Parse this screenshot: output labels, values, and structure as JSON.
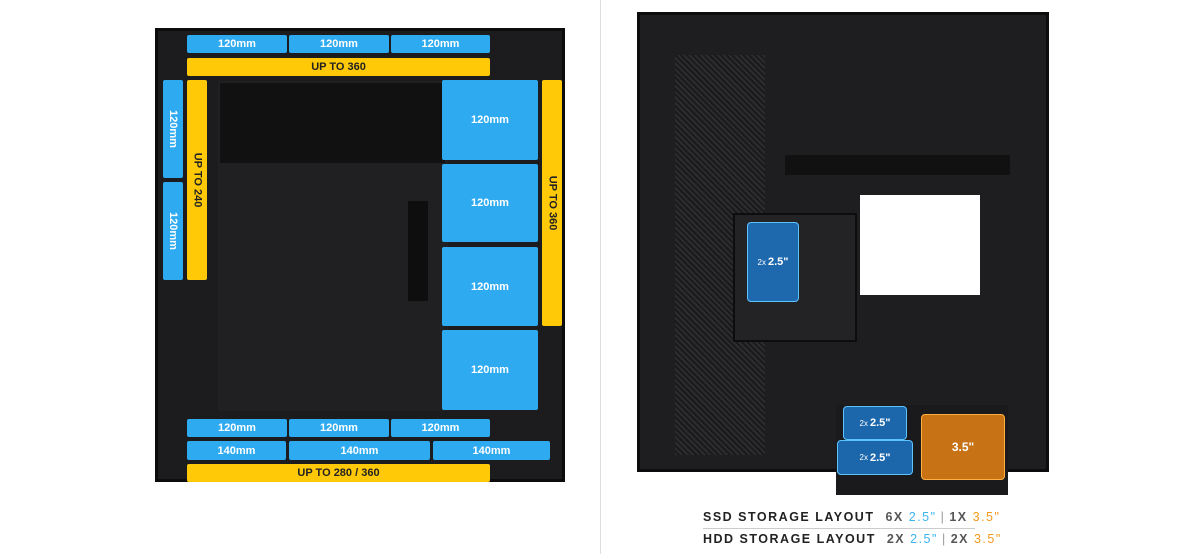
{
  "left_diagram": {
    "top_fans": [
      "120mm",
      "120mm",
      "120mm"
    ],
    "top_radiator": "UP TO 360",
    "rear_fans": [
      "120mm",
      "120mm"
    ],
    "rear_radiator": "UP TO 240",
    "side_fans": [
      "120mm",
      "120mm",
      "120mm",
      "120mm"
    ],
    "side_radiator": "UP TO 360",
    "bottom_fans_120": [
      "120mm",
      "120mm",
      "120mm"
    ],
    "bottom_fans_140": [
      "140mm",
      "140mm",
      "140mm"
    ],
    "bottom_radiator": "UP TO 280 / 360"
  },
  "right_diagram": {
    "bracket_drive": {
      "count": "2x",
      "size": "2.5\""
    },
    "bottom_drives": [
      {
        "count": "2x",
        "size": "2.5\""
      },
      {
        "count": "2x",
        "size": "2.5\""
      }
    ],
    "hdd_drive": "3.5\""
  },
  "storage_legend": [
    {
      "label": "SSD STORAGE LAYOUT",
      "a_count": "6X",
      "a_size": "2.5\"",
      "b_count": "1X",
      "b_size": "3.5\""
    },
    {
      "label": "HDD STORAGE LAYOUT",
      "a_count": "2X",
      "a_size": "2.5\"",
      "b_count": "2X",
      "b_size": "3.5\""
    }
  ],
  "colors": {
    "fan_blue": "#2eaaf0",
    "radiator_yellow": "#ffc907",
    "ssd_blue": "#3bb4f0",
    "hdd_orange": "#f39a1a"
  }
}
